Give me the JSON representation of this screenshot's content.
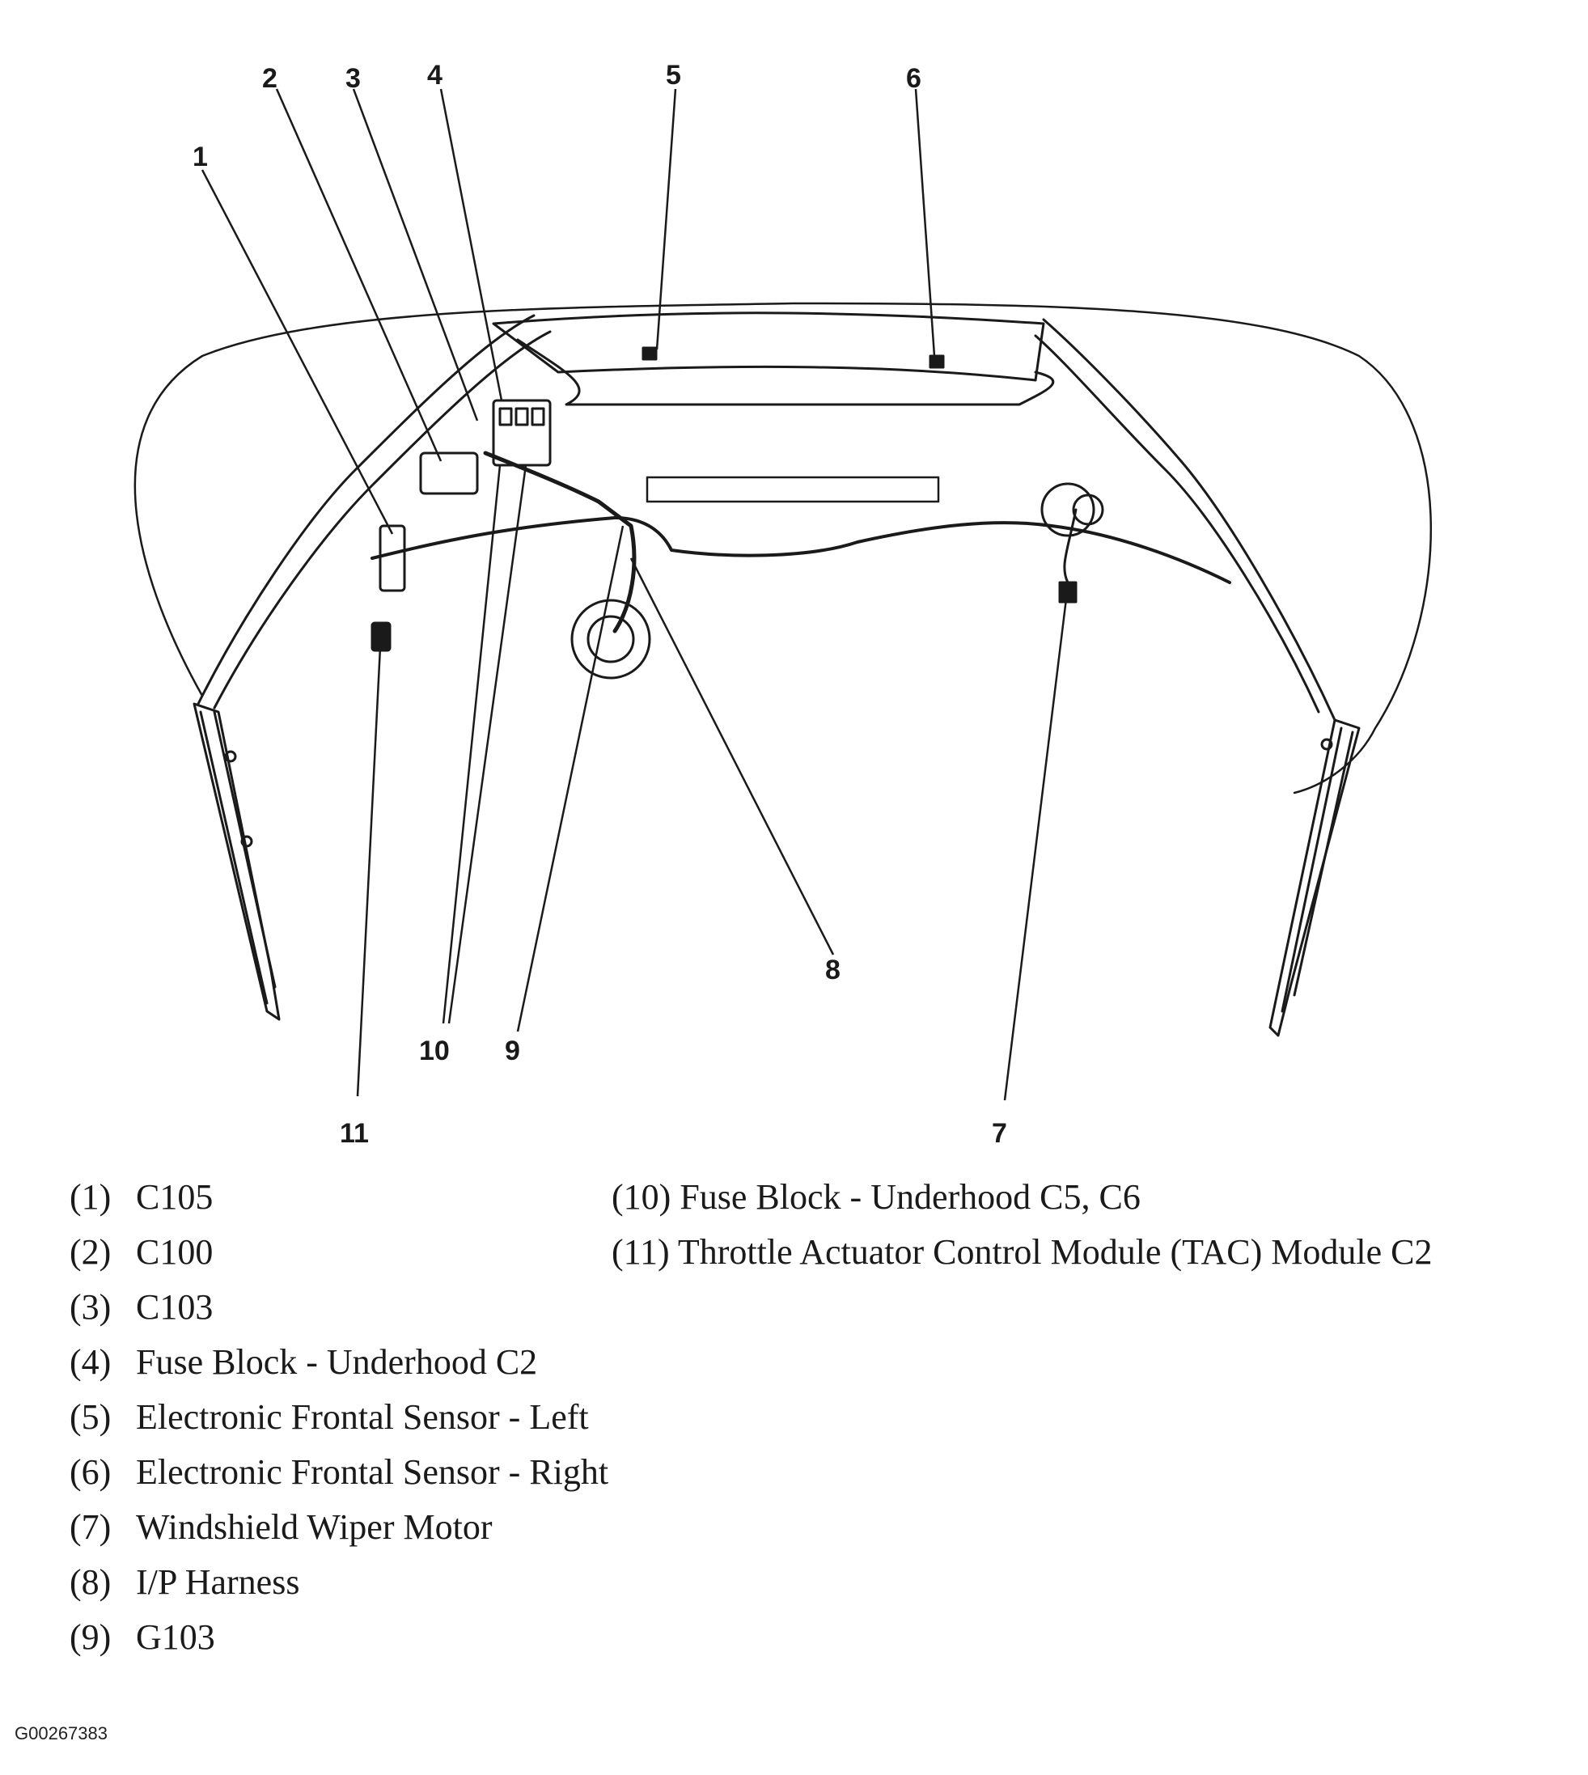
{
  "callouts": [
    "1",
    "2",
    "3",
    "4",
    "5",
    "6",
    "7",
    "8",
    "9",
    "10",
    "11"
  ],
  "legend": [
    {
      "num": "(1)",
      "text": "C105"
    },
    {
      "num": "(2)",
      "text": "C100"
    },
    {
      "num": "(3)",
      "text": "C103"
    },
    {
      "num": "(4)",
      "text": "Fuse Block - Underhood C2"
    },
    {
      "num": "(5)",
      "text": "Electronic Frontal Sensor - Left"
    },
    {
      "num": "(6)",
      "text": "Electronic Frontal Sensor - Right"
    },
    {
      "num": "(7)",
      "text": "Windshield Wiper Motor"
    },
    {
      "num": "(8)",
      "text": "I/P Harness"
    },
    {
      "num": "(9)",
      "text": "G103"
    },
    {
      "num": "(10)",
      "text": "Fuse Block - Underhood C5, C6"
    },
    {
      "num": "(11)",
      "text": "Throttle Actuator Control Module (TAC) Module C2"
    }
  ],
  "figure_id": "G00267383",
  "colors": {
    "line": "#1a1a1a",
    "paper": "#ffffff"
  }
}
